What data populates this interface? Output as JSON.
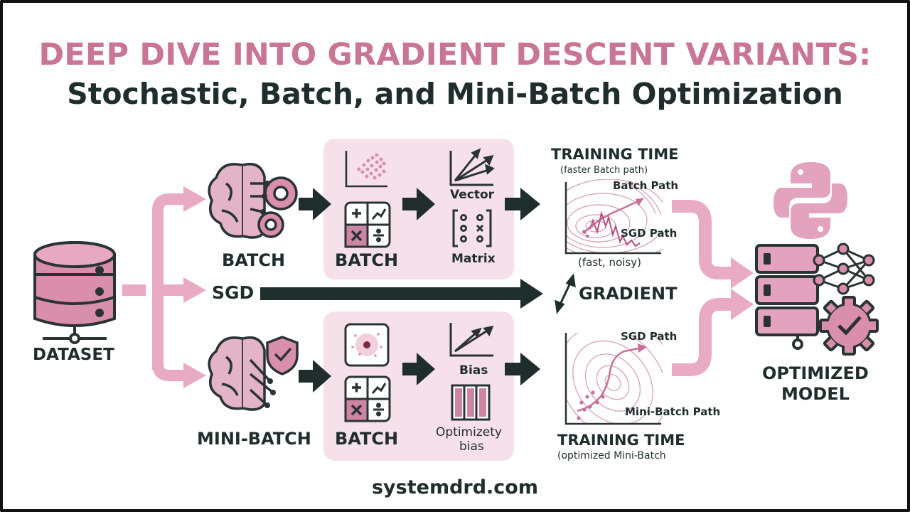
{
  "header": {
    "title": "DEEP DIVE INTO GRADIENT DESCENT VARIANTS:",
    "subtitle": "Stochastic, Batch, and Mini-Batch Optimization"
  },
  "nodes": {
    "dataset": "DATASET",
    "batch": "BATCH",
    "sgd": "SGD",
    "mini_batch": "MINI-BATCH",
    "panel_top_batch": "BATCH",
    "panel_bottom_batch": "BATCH",
    "vector": "Vector",
    "matrix": "Matrix",
    "bias": "Bias",
    "optimizety_bias_line1": "Optimizety",
    "optimizety_bias_line2": "bias",
    "gradient": "GRADIENT",
    "optimized_model_line1": "OPTIMIZED",
    "optimized_model_line2": "MODEL"
  },
  "top_plot": {
    "title": "TRAINING TIME",
    "subtitle": "(faster Batch path)",
    "batch_path": "Batch Path",
    "sgd_path": "SGD Path",
    "caption": "(fast, noisy)"
  },
  "bottom_plot": {
    "title": "TRAINING TIME",
    "subtitle": "(optimized Mini-Batch",
    "sgd_path": "SGD Path",
    "mini_batch_path": "Mini-Batch Path"
  },
  "footer": {
    "site": "systemdrd.com"
  },
  "colors": {
    "accent": "#c97595",
    "pink_light": "#f6e1ea",
    "pink_arrow": "#e9aac4",
    "dark": "#1f2d2d"
  }
}
